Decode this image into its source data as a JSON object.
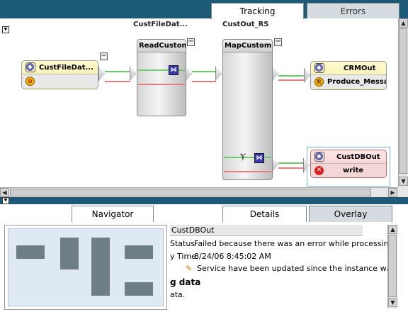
{
  "tabs": {
    "tracking": "Tracking",
    "errors": "Errors"
  },
  "diagram": {
    "collapse_glyph": "⯆",
    "minus_glyph": "−",
    "columns": {
      "left": "CustFileDat...",
      "right": "CustOut_RS"
    },
    "nodes": {
      "cust_file": {
        "title": "CustFileDat..."
      },
      "read_custom": {
        "title": "ReadCustom"
      },
      "map_custom": {
        "title": "MapCustome"
      },
      "crm_out": {
        "title": "CRMOut",
        "subtitle": "Produce_Messa"
      },
      "cust_db_out": {
        "title": "CustDBOut",
        "subtitle": "write"
      }
    },
    "map_glyph": "⋈",
    "filter_glyph": "Ⲩ"
  },
  "scroll": {
    "left": "◀",
    "right": "▶",
    "up": "▲",
    "down": "▼"
  },
  "bottom": {
    "collapse_glyph": "⯆",
    "tabs": {
      "navigator": "Navigator",
      "details": "Details",
      "overlay": "Overlay"
    },
    "details": {
      "title": "CustDBOut",
      "status_label": "Status",
      "status_value": "Failed because there was an error while processing the i",
      "time_label": "y Time",
      "time_value": "8/24/06 8:45:02 AM",
      "note": "Service have been updated since the instance was proc",
      "section_heading": "g data",
      "section_text": "ata."
    }
  },
  "colors": {
    "frame": "#1c5a78",
    "wire_green": "#6ec96e",
    "wire_red": "#e57f7f"
  }
}
